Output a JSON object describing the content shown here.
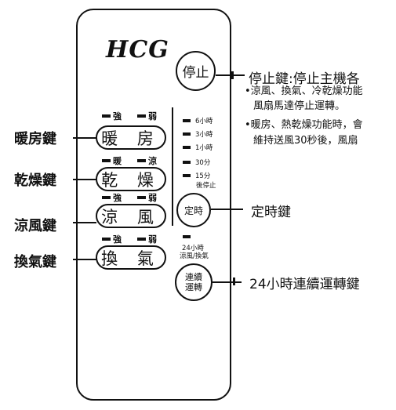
{
  "brand": "HCG",
  "buttons": {
    "stop": "停止",
    "heat": "暖 房",
    "dry": "乾 燥",
    "cool": "涼 風",
    "vent": "換 氣",
    "timer": "定時",
    "continuous_line1": "連續",
    "continuous_line2": "運轉"
  },
  "level_labels": {
    "heat": [
      "強",
      "弱"
    ],
    "dry": [
      "暖",
      "涼"
    ],
    "cool": [
      "強",
      "弱"
    ],
    "vent": [
      "強",
      "弱"
    ]
  },
  "timer_indicators": [
    "6小時",
    "3小時",
    "1小時",
    "30分",
    "15分"
  ],
  "timer_after": "後停止",
  "continuous_indicator": [
    "24小時",
    "涼風/換氣"
  ],
  "left_labels": {
    "heat": "暖房鍵",
    "dry": "乾燥鍵",
    "cool": "涼風鍵",
    "vent": "換氣鍵"
  },
  "right_labels": {
    "stop_title": "停止鍵:停止主機各",
    "stop_desc_1": "•涼風、換氣、冷乾燥功能",
    "stop_desc_2": "風扇馬達停止運轉。",
    "stop_desc_3": "•暖房、熱乾燥功能時，會",
    "stop_desc_4": "維持送風30秒後，風扇",
    "timer": "定時鍵",
    "continuous": "24小時連續運轉鍵"
  }
}
